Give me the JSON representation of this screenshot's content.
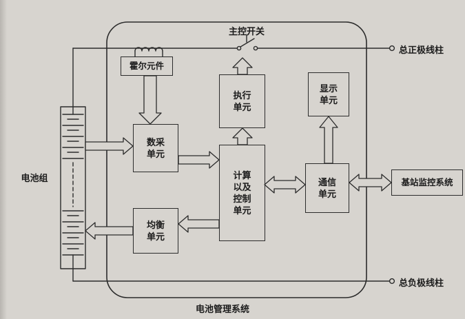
{
  "diagram": {
    "title": "电池管理系统",
    "labels": {
      "battery_pack": "电池组",
      "main_switch": "主控开关",
      "positive_terminal": "总正极线柱",
      "negative_terminal": "总负极线柱",
      "bms_caption": "电池管理系统"
    },
    "blocks": {
      "hall_sensor": "霍尔元件",
      "data_acquisition_unit": "数采\n单元",
      "execution_unit": "执行\n单元",
      "display_unit": "显示\n单元",
      "calc_control_unit": "计算\n以及\n控制\n单元",
      "communication_unit": "通信\n单元",
      "balancing_unit": "均衡\n单元",
      "base_station_monitoring": "基站监控系统"
    },
    "colors": {
      "line": "#2b2b2b",
      "background": "#d7d4cf"
    }
  }
}
